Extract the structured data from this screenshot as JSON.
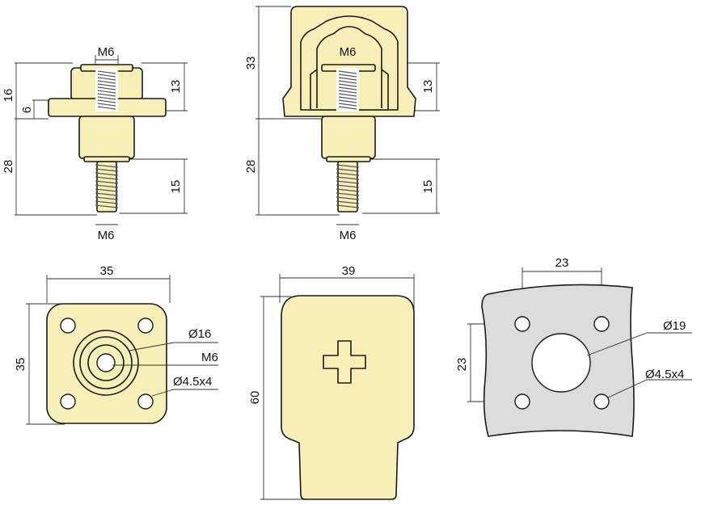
{
  "colors": {
    "part_fill": "#f6efb7",
    "plate_fill": "#dcdcdc",
    "line": "#1a1a1a"
  },
  "labels": {
    "view1": {
      "thread_top": "M6",
      "thread_bottom": "M6",
      "total_height": "16",
      "flange": "6",
      "top_height": "13",
      "body": "28",
      "screw": "15"
    },
    "view2": {
      "thread_top": "M6",
      "thread_bottom": "M6",
      "cap_height": "33",
      "top_height": "13",
      "body": "28",
      "screw": "15"
    },
    "view3": {
      "width": "35",
      "height": "35",
      "boss": "Ø16",
      "thread": "M6",
      "holes": "Ø4.5x4"
    },
    "view4": {
      "width": "39",
      "height": "60"
    },
    "view5": {
      "spacing_x": "23",
      "spacing_y": "23",
      "center_hole": "Ø19",
      "holes": "Ø4.5x4"
    }
  }
}
